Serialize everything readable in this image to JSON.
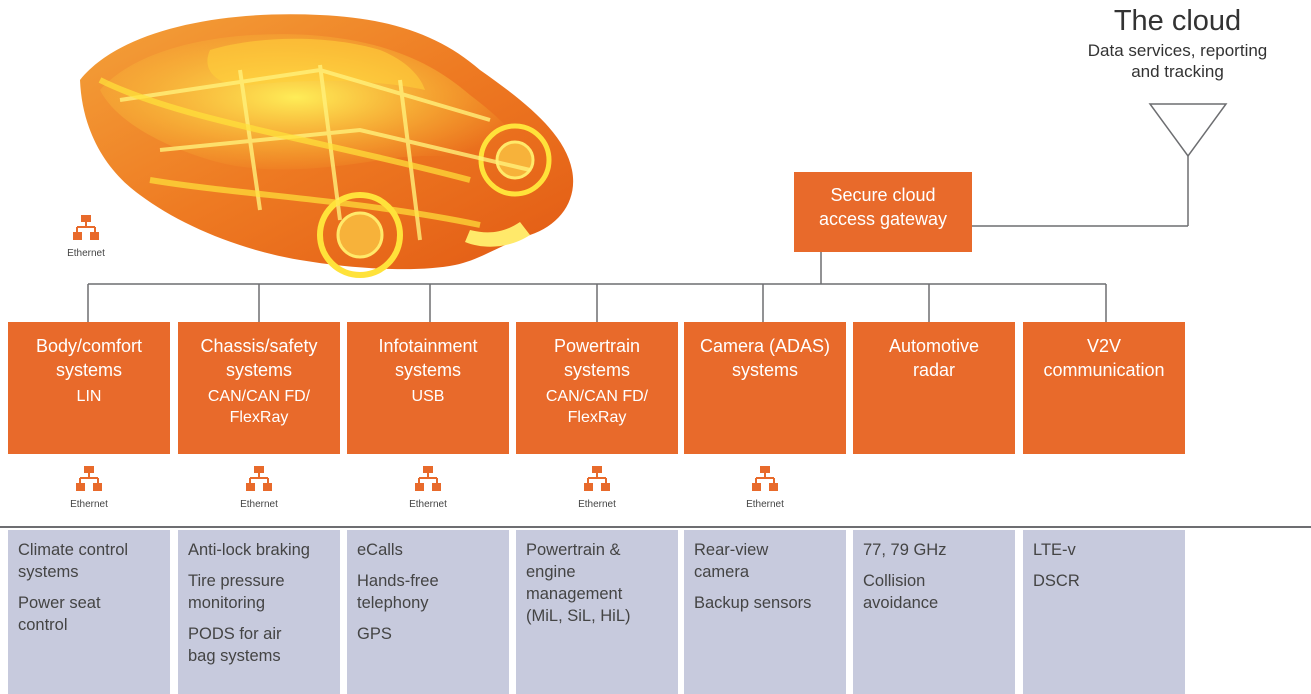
{
  "cloud": {
    "title": "The cloud",
    "subtitle": "Data services, reporting\nand tracking"
  },
  "gateway": {
    "label": "Secure cloud\naccess gateway"
  },
  "ethernet_label": "Ethernet",
  "systems": [
    {
      "title": "Body/comfort\nsystems",
      "protocol": "LIN",
      "items": [
        "Climate control\nsystems",
        "Power seat\ncontrol"
      ],
      "has_ethernet": true
    },
    {
      "title": "Chassis/safety\nsystems",
      "protocol": "CAN/CAN FD/\nFlexRay",
      "items": [
        "Anti-lock braking",
        "Tire pressure\nmonitoring",
        "PODS for air\nbag systems"
      ],
      "has_ethernet": true
    },
    {
      "title": "Infotainment\nsystems",
      "protocol": "USB",
      "items": [
        "eCalls",
        "Hands-free\ntelephony",
        "GPS"
      ],
      "has_ethernet": true
    },
    {
      "title": "Powertrain\nsystems",
      "protocol": "CAN/CAN FD/\nFlexRay",
      "items": [
        "Powertrain &\nengine\nmanagement\n(MiL, SiL, HiL)"
      ],
      "has_ethernet": true
    },
    {
      "title": "Camera (ADAS)\nsystems",
      "protocol": "",
      "items": [
        "Rear-view\ncamera",
        "Backup sensors"
      ],
      "has_ethernet": true
    },
    {
      "title": "Automotive\nradar",
      "protocol": "",
      "items": [
        "77, 79 GHz",
        "Collision\navoidance"
      ],
      "has_ethernet": false
    },
    {
      "title": "V2V\ncommunication",
      "protocol": "",
      "items": [
        "LTE-v",
        "DSCR"
      ],
      "has_ethernet": false
    }
  ],
  "colors": {
    "orange": "#e86a2b",
    "grey_box": "#c7cadd",
    "line": "#6d6e71",
    "car_orange": "#f07a1e",
    "car_yellow": "#ffe23a"
  },
  "icons": [
    "ethernet-icon",
    "antenna-icon",
    "car-illustration"
  ]
}
